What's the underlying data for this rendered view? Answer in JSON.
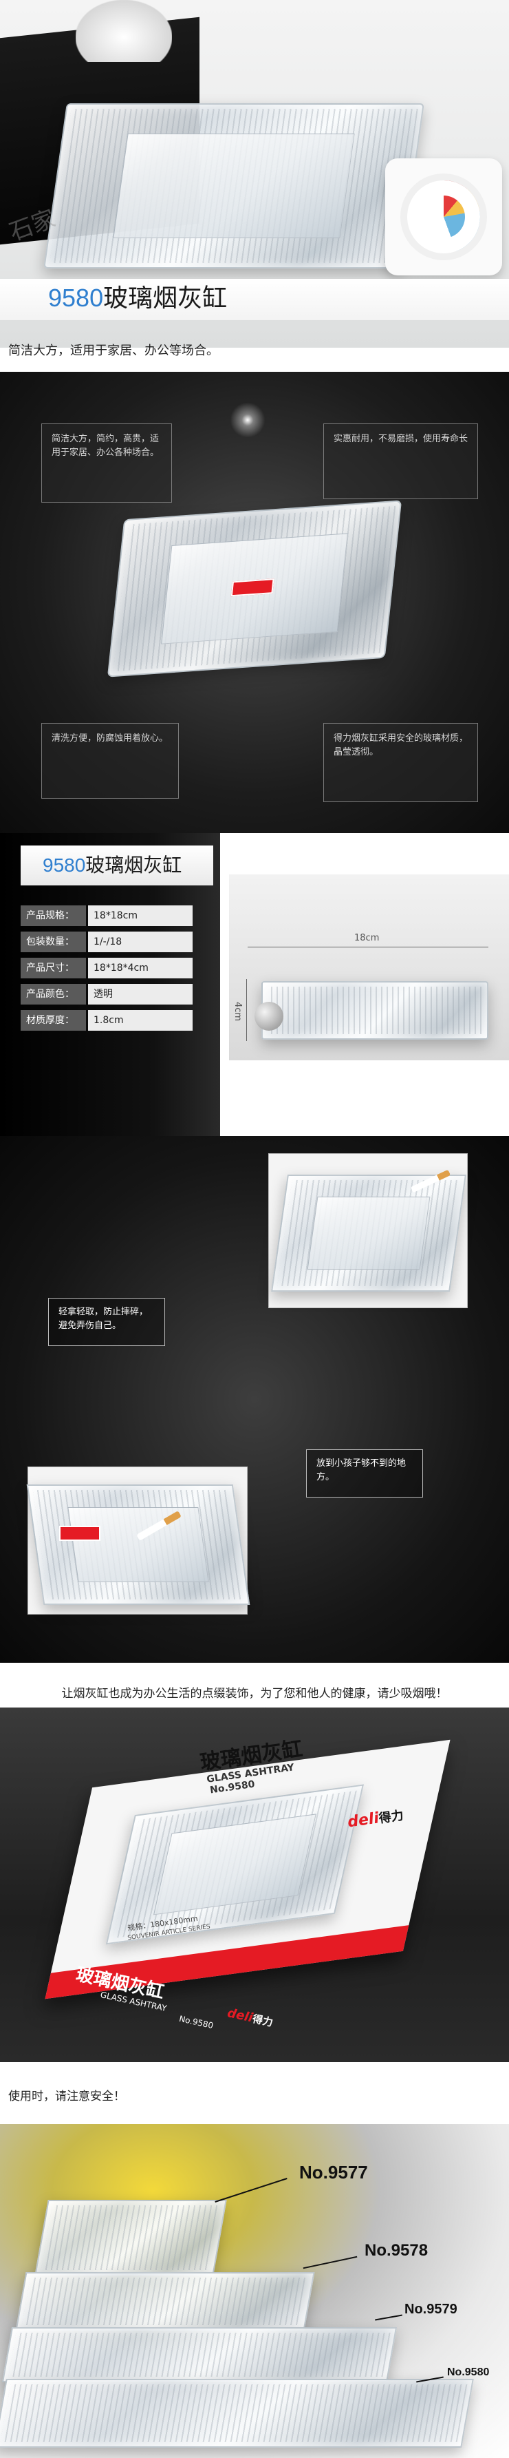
{
  "hero": {
    "model": "9580",
    "product_name": "玻璃烟灰缸",
    "watermark": "石家"
  },
  "intro_caption": "简洁大方，适用于家居、办公等场合。",
  "feature_panel": {
    "box_top_left": "简洁大方，简约，高贵，适用于家居、办公各种场合。",
    "box_top_right": "实惠耐用，不易磨损，使用寿命长",
    "box_bottom_left": "清洗方便，防腐蚀用着放心。",
    "box_bottom_right": "得力烟灰缸采用安全的玻璃材质，晶莹透彻。"
  },
  "spec_panel": {
    "model": "9580",
    "product_name": "玻璃烟灰缸",
    "rows": [
      {
        "label": "产品规格：",
        "value": "18*18cm"
      },
      {
        "label": "包装数量：",
        "value": "1/-/18"
      },
      {
        "label": "产品尺寸：",
        "value": "18*18*4cm"
      },
      {
        "label": "产品颜色：",
        "value": "透明"
      },
      {
        "label": "材质厚度：",
        "value": "1.8cm"
      }
    ],
    "dimension_width": "18cm",
    "dimension_height": "4cm"
  },
  "safety_panel": {
    "box_left": "轻拿轻取，防止摔碎，避免弄伤自己。",
    "box_right": "放到小孩子够不到的地方。"
  },
  "health_caption": "让烟灰缸也成为办公生活的点缀装饰，为了您和他人的健康，请少吸烟哦！",
  "package": {
    "cn_name": "玻璃烟灰缸",
    "en_name": "GLASS ASHTRAY",
    "model": "No.9580",
    "brand_en": "deli",
    "brand_cn": "得力",
    "spec_line": "规格：180x180mm",
    "series_line": "SOUVENIR ARTICLE SERIES"
  },
  "usage_caption": "使用时，请注意安全！",
  "models": {
    "items": [
      "No.9577",
      "No.9578",
      "No.9579",
      "No.9580"
    ]
  }
}
